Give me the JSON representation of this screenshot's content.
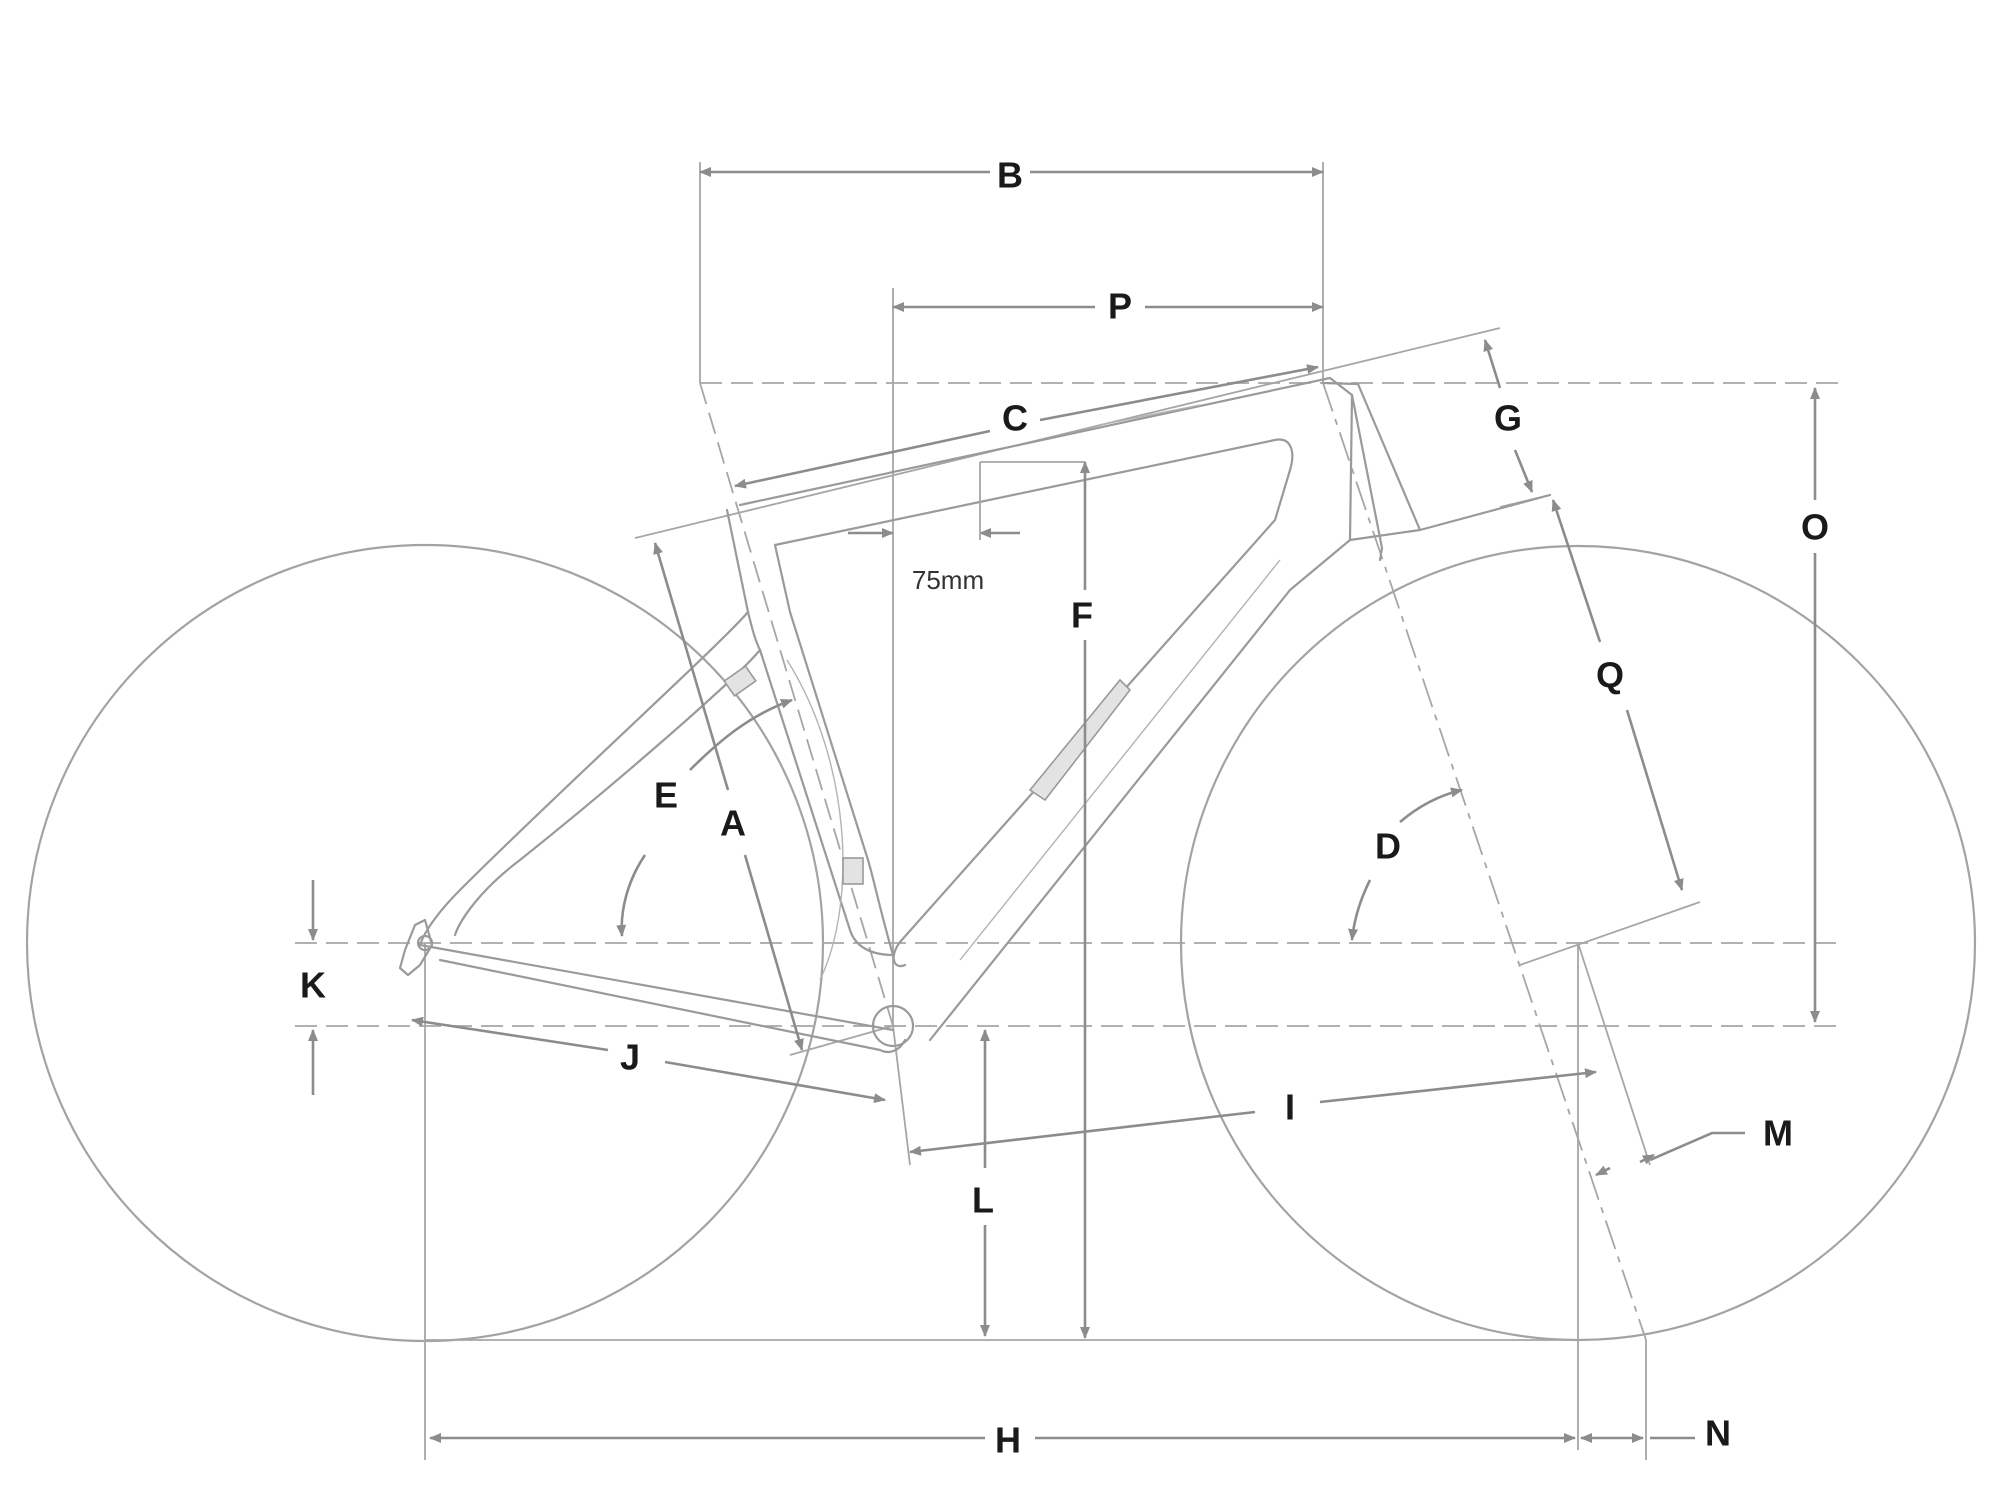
{
  "labels": {
    "A": "A",
    "B": "B",
    "C": "C",
    "D": "D",
    "E": "E",
    "F": "F",
    "G": "G",
    "H": "H",
    "I": "I",
    "J": "J",
    "K": "K",
    "L": "L",
    "M": "M",
    "N": "N",
    "O": "O",
    "P": "P",
    "Q": "Q"
  },
  "notes": {
    "offset": "75mm"
  },
  "colors": {
    "line": "#a6a6a6",
    "arrow": "#8c8c8c",
    "label": "#1a1a1a"
  }
}
